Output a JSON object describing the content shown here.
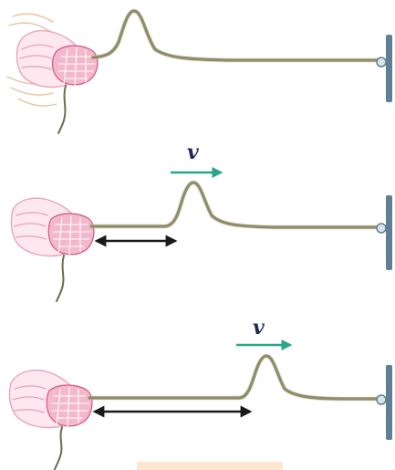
{
  "figure": {
    "velocity_symbol": "v",
    "panels": [
      {
        "name": "panel-1",
        "pulse_shown": true,
        "velocity_arrow": false,
        "displacement_arrow": false
      },
      {
        "name": "panel-2",
        "pulse_shown": true,
        "velocity_arrow": true,
        "displacement_arrow": true
      },
      {
        "name": "panel-3",
        "pulse_shown": true,
        "velocity_arrow": true,
        "displacement_arrow": true
      }
    ]
  },
  "colors": {
    "rope": "#8f8c6a",
    "wall": "#5f7f92",
    "hand": "#f4b8cc",
    "velocity_arrow": "#2aa58a",
    "distance_arrow": "#1a1a1a",
    "label": "#1f2a55"
  },
  "icons": {
    "hand": "hand-icon",
    "wall": "wall-icon",
    "knot": "knot-icon"
  }
}
